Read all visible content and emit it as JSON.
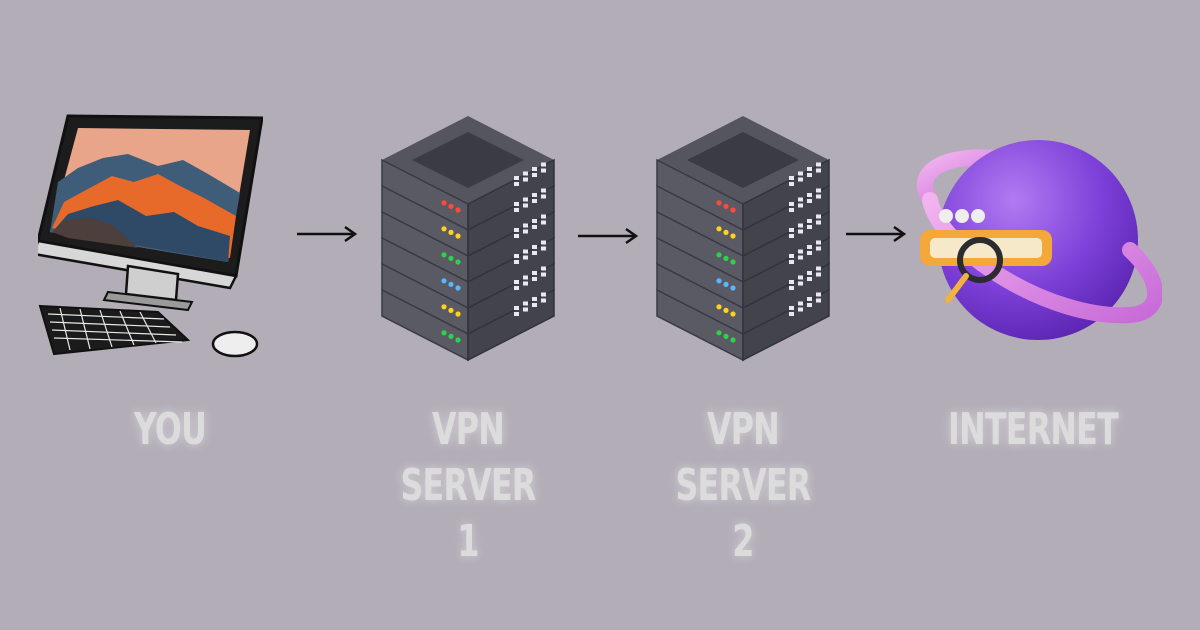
{
  "nodes": [
    {
      "label": "YOU",
      "icon": "desktop-computer-icon"
    },
    {
      "label": "VPN SERVER\n1",
      "icon": "server-rack-icon"
    },
    {
      "label": "VPN SERVER\n2",
      "icon": "server-rack-icon"
    },
    {
      "label": "INTERNET",
      "icon": "internet-globe-icon"
    }
  ],
  "colors": {
    "background": "#b3adb7",
    "label": "#dcdcdc",
    "arrow": "#111111",
    "server_body": "#4a4a52",
    "globe": "#8a4fe0",
    "ring": "#d98ae8",
    "search_bar": "#f4a83a"
  }
}
